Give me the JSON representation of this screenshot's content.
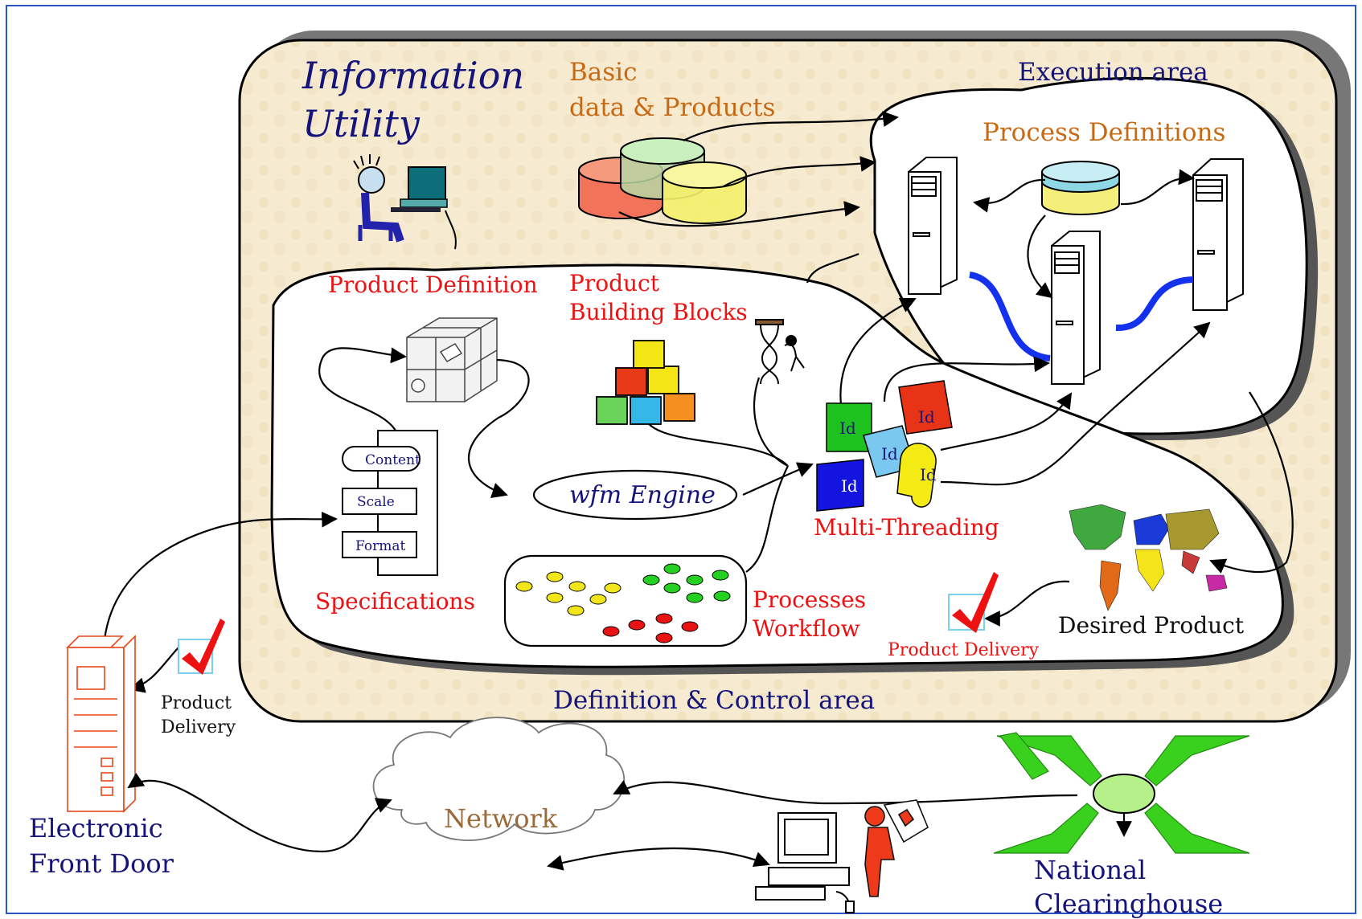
{
  "title": {
    "line1": "Information",
    "line2": "Utility"
  },
  "basic_data": {
    "line1": "Basic",
    "line2": "data & Products"
  },
  "execution_area": "Execution area",
  "process_definitions": "Process Definitions",
  "product_definition": "Product Definition",
  "product_building_blocks": {
    "line1": "Product",
    "line2": "Building Blocks"
  },
  "spec_fields": {
    "content": "Content",
    "scale": "Scale",
    "format": "Format"
  },
  "specifications": "Specifications",
  "wfm_engine": "wfm Engine",
  "processes_workflow": {
    "line1": "Processes",
    "line2": "Workflow"
  },
  "multi_threading": "Multi-Threading",
  "puzzle_id": "Id",
  "desired_product": "Desired Product",
  "product_delivery_inner": "Product Delivery",
  "definition_control_area": "Definition & Control area",
  "product_delivery_outer": {
    "line1": "Product",
    "line2": "Delivery"
  },
  "electronic_front_door": {
    "line1": "Electronic",
    "line2": "Front Door"
  },
  "network": "Network",
  "national_clearinghouse": {
    "line1": "National",
    "line2": "Clearinghouse"
  },
  "colors": {
    "navy": "#14147a",
    "red": "#ee1111",
    "orange": "#c86a14",
    "panel": "#f6ead0",
    "frame": "#2a56c6",
    "pipe": "#1432ee",
    "clearinghouse_green": "#3ad11e"
  }
}
